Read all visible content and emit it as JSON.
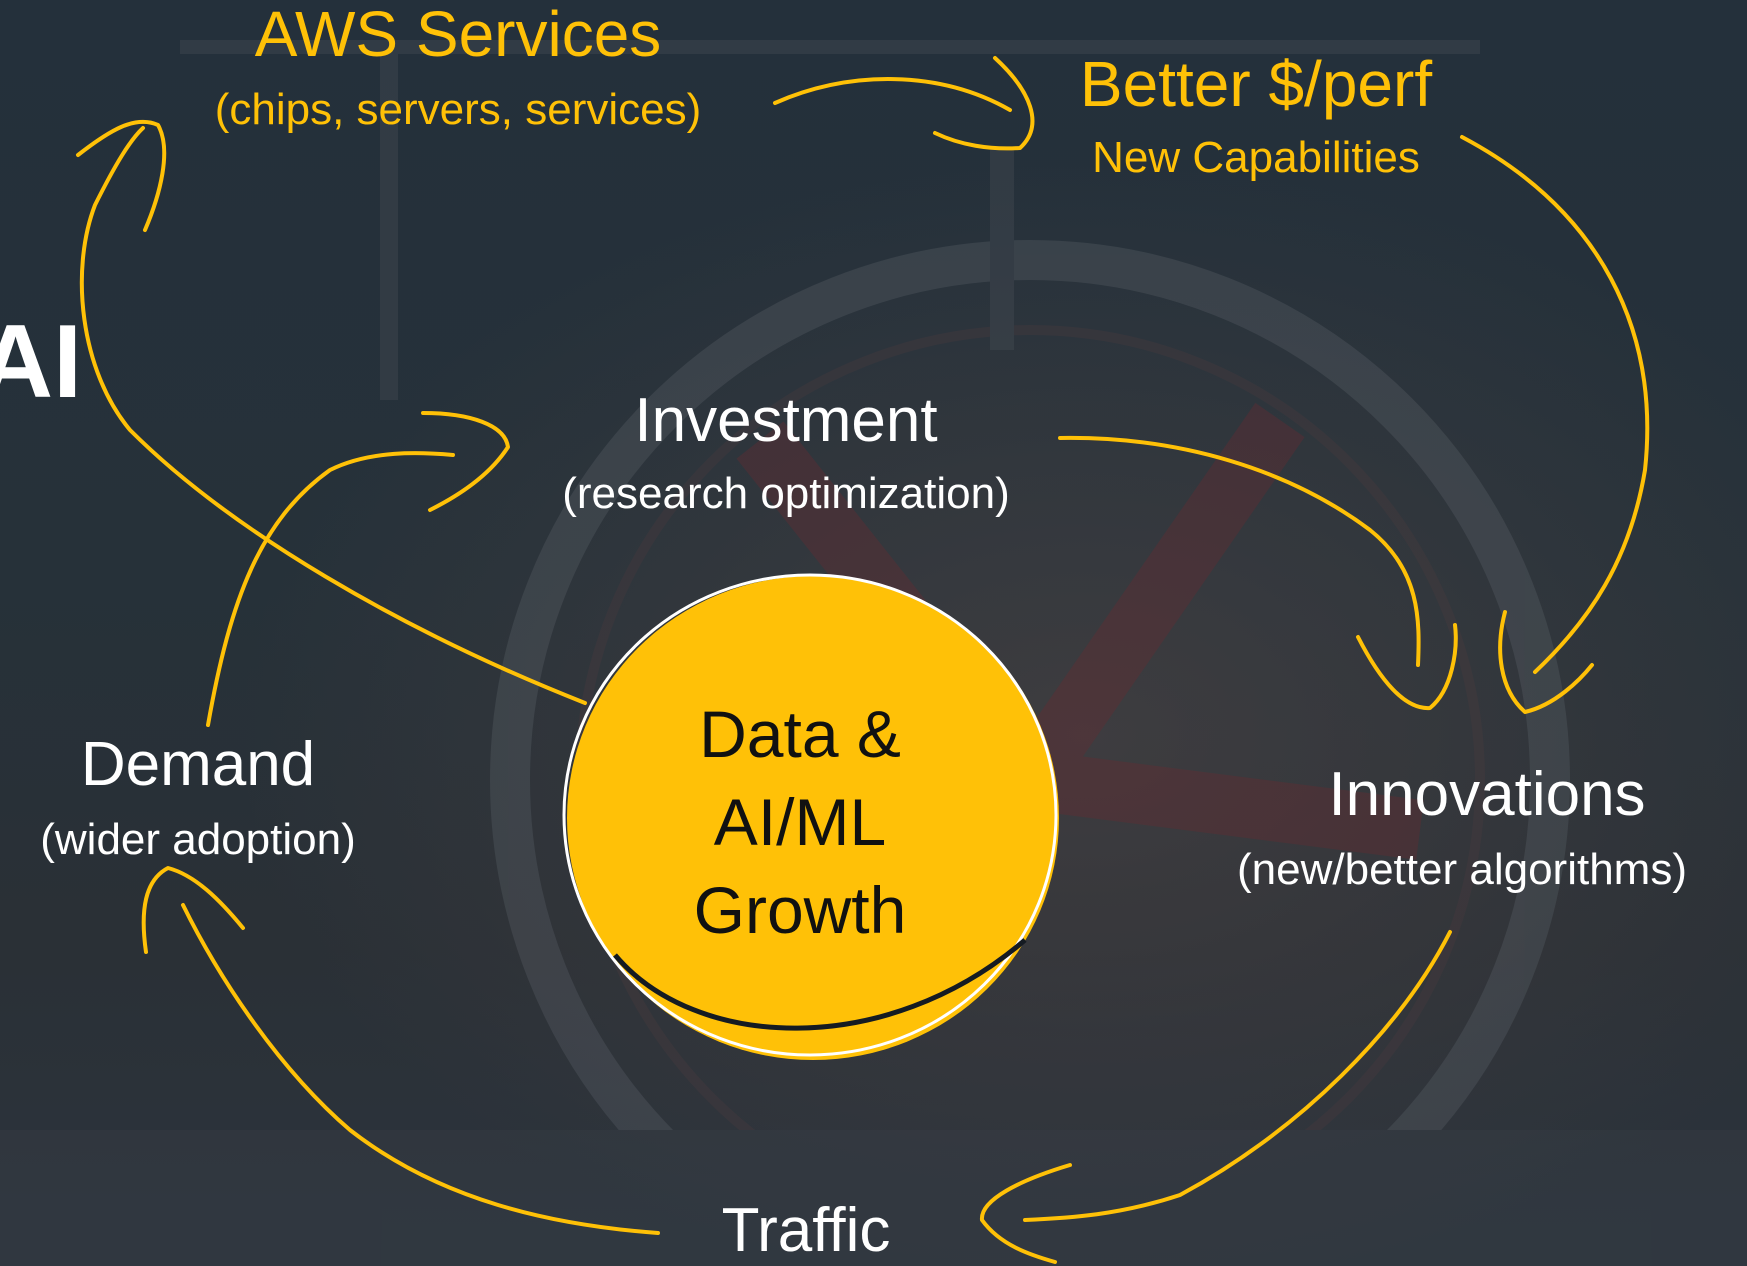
{
  "colors": {
    "accent": "#FFC107",
    "text_light": "#FFFFFF",
    "text_dark": "#111111",
    "background": "#1f2a35"
  },
  "edge_fragment": "AI",
  "nodes": {
    "aws_services": {
      "title": "AWS Services",
      "subtitle": "(chips, servers, services)"
    },
    "better_perf": {
      "title": "Better $/perf",
      "subtitle": "New Capabilities"
    },
    "investment": {
      "title": "Investment",
      "subtitle": "(research optimization)"
    },
    "innovations": {
      "title": "Innovations",
      "subtitle": "(new/better algorithms)"
    },
    "traffic": {
      "title": "Traffic"
    },
    "demand": {
      "title": "Demand",
      "subtitle": "(wider adoption)"
    }
  },
  "center": {
    "lines": [
      "Data &",
      "AI/ML",
      "Growth"
    ]
  }
}
